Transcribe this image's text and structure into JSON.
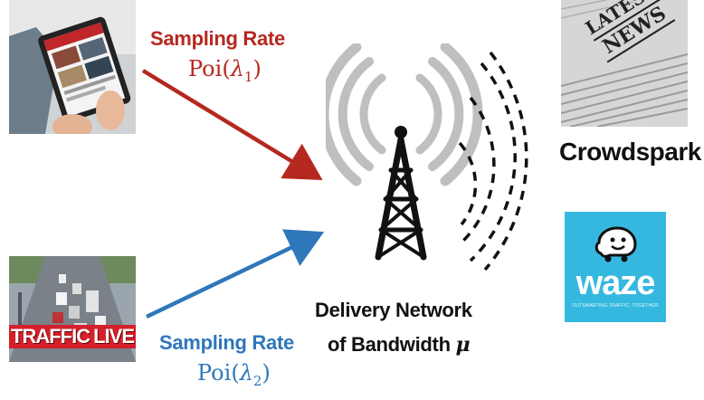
{
  "flows": [
    {
      "label": "Sampling Rate",
      "rate_fn": "Poi",
      "rate_param": "λ",
      "rate_sub": "1",
      "color": "#b5281f"
    },
    {
      "label": "Sampling Rate",
      "rate_fn": "Poi",
      "rate_param": "λ",
      "rate_sub": "2",
      "color": "#2e77bb"
    }
  ],
  "network": {
    "line1": "Delivery Network",
    "line2_prefix": "of Bandwidth",
    "line2_symbol": "μ"
  },
  "sources": {
    "traffic": {
      "word1": "TRAFFIC",
      "word2": "LIVE"
    }
  },
  "apps": {
    "news": {
      "line1": "LATEST",
      "line2": "NEWS"
    },
    "crowdspark": "Crowdspark",
    "waze": {
      "name": "waze",
      "tagline": "OUTSMARTING TRAFFIC, TOGETHER",
      "bg": "#34b8e0"
    }
  }
}
